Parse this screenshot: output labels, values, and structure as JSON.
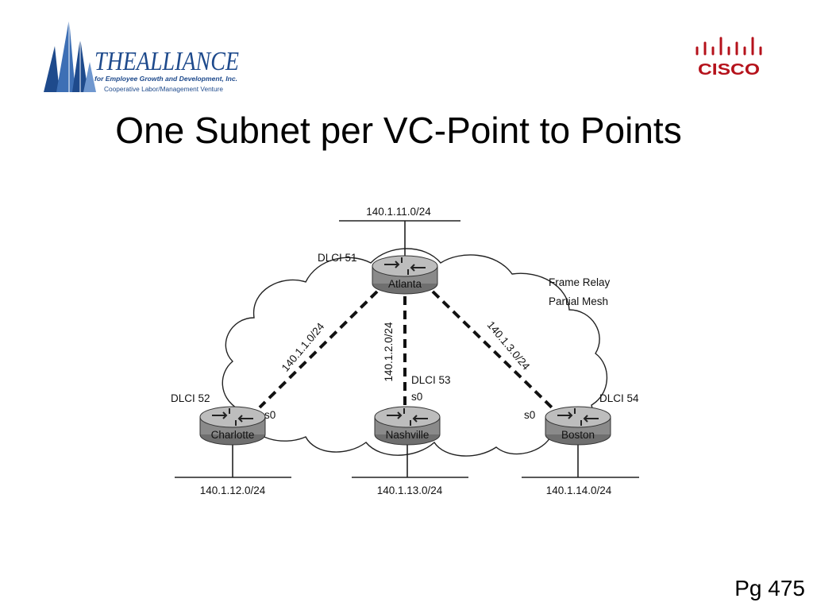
{
  "slide": {
    "title": "One Subnet per VC-Point to Points",
    "page_number": "Pg 475"
  },
  "logos": {
    "alliance": {
      "name": "THEALLIANCE",
      "tagline": "for Employee Growth and Development, Inc.",
      "subtitle": "Cooperative Labor/Management Venture",
      "color": "#1e4a8c"
    },
    "cisco": {
      "name": "CISCO",
      "color": "#b5121b"
    }
  },
  "diagram": {
    "cloud_label_line1": "Frame Relay",
    "cloud_label_line2": "Partial Mesh",
    "routers": {
      "atlanta": {
        "name": "Atlanta",
        "dlci": "DLCI 51",
        "lan": "140.1.11.0/24"
      },
      "charlotte": {
        "name": "Charlotte",
        "dlci": "DLCI 52",
        "lan": "140.1.12.0/24",
        "interface": "s0"
      },
      "nashville": {
        "name": "Nashville",
        "dlci": "DLCI 53",
        "lan": "140.1.13.0/24",
        "interface": "s0"
      },
      "boston": {
        "name": "Boston",
        "dlci": "DLCI 54",
        "lan": "140.1.14.0/24",
        "interface": "s0"
      }
    },
    "vc_subnets": {
      "atlanta_charlotte": "140.1.1.0/24",
      "atlanta_nashville": "140.1.2.0/24",
      "atlanta_boston": "140.1.3.0/24"
    }
  }
}
